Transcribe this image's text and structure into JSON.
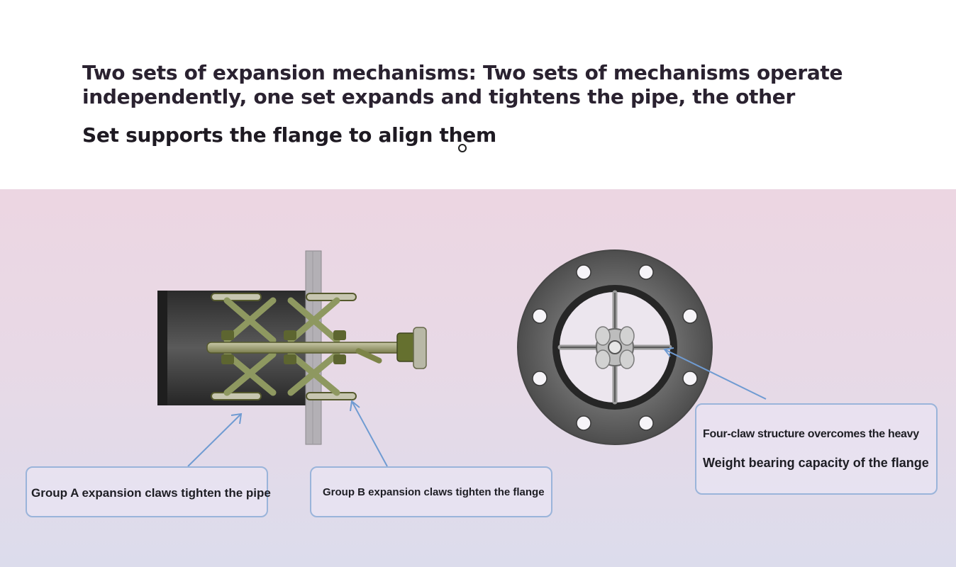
{
  "header": {
    "line1": "Two sets of expansion mechanisms: Two sets of mechanisms operate independently, one set expands and tightens the pipe, the other",
    "line2": "Set supports the flange to align them"
  },
  "callouts": {
    "group_a": "Group A expansion claws tighten the pipe",
    "group_b": "Group B expansion claws tighten the flange",
    "four_claw_line1": "Four-claw structure overcomes the heavy",
    "four_claw_line2": "Weight bearing capacity of the flange"
  },
  "colors": {
    "arrow": "#6f9bd2",
    "callout_border": "#9ab4da",
    "claw_green": "#6f7a3a",
    "pipe_dark": "#3a3a3a",
    "flange_gray": "#5f5f5f"
  }
}
